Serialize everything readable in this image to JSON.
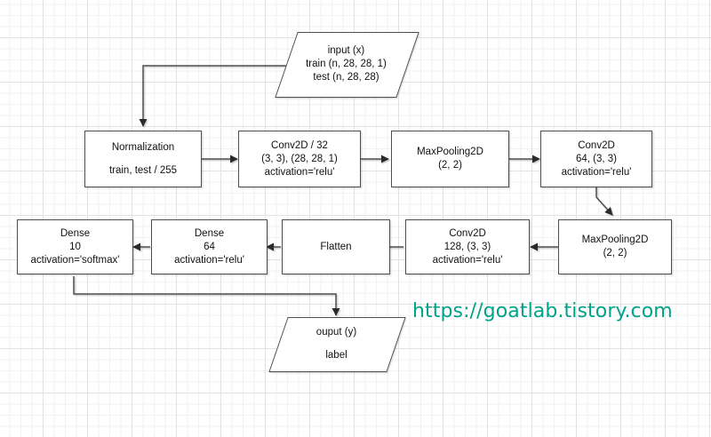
{
  "diagram": {
    "title": "CNN model architecture flowchart",
    "colors": {
      "node_border": "#4d4d4d",
      "node_fill": "#ffffff",
      "edge": "#4d4d4d",
      "grid_minor": "#f2f2f2",
      "grid_major": "#e2e2e2",
      "url_text": "#00a28a"
    },
    "nodes": {
      "input": {
        "shape": "parallelogram",
        "line1": "input (x)",
        "line2": "train (n, 28, 28, 1)",
        "line3": "test (n, 28, 28)"
      },
      "normalization": {
        "shape": "rectangle",
        "line1": "Normalization",
        "line2": "train, test / 255"
      },
      "conv1": {
        "shape": "rectangle",
        "line1": "Conv2D / 32",
        "line2": "(3, 3), (28, 28, 1)",
        "line3": "activation='relu'"
      },
      "maxpool1": {
        "shape": "rectangle",
        "line1": "MaxPooling2D",
        "line2": "(2, 2)"
      },
      "conv2": {
        "shape": "rectangle",
        "line1": "Conv2D",
        "line2": "64, (3, 3)",
        "line3": "activation='relu'"
      },
      "maxpool2": {
        "shape": "rectangle",
        "line1": "MaxPooling2D",
        "line2": "(2, 2)"
      },
      "conv3": {
        "shape": "rectangle",
        "line1": "Conv2D",
        "line2": "128, (3, 3)",
        "line3": "activation='relu'"
      },
      "flatten": {
        "shape": "rectangle",
        "line1": "Flatten"
      },
      "dense64": {
        "shape": "rectangle",
        "line1": "Dense",
        "line2": "64",
        "line3": "activation='relu'"
      },
      "dense10": {
        "shape": "rectangle",
        "line1": "Dense",
        "line2": "10",
        "line3": "activation='softmax'"
      },
      "output": {
        "shape": "parallelogram",
        "line1": "ouput (y)",
        "line2": "label"
      }
    },
    "watermark": {
      "url": "https://goatlab.tistory.com"
    }
  }
}
